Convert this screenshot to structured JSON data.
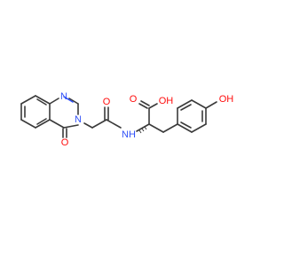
{
  "colors": {
    "carbon_bond": "#3a3a3a",
    "oxygen": "#ff0d0d",
    "nitrogen": "#3050f8",
    "background": "#ffffff"
  },
  "atom_labels": {
    "ring_n1": "N",
    "ring_n3": "N",
    "ketone_o": "O",
    "amide_o": "O",
    "amide_nh": "NH",
    "carbonyl_o": "O",
    "hydroxyl_acid": "OH",
    "phenol_oh": "OH"
  }
}
